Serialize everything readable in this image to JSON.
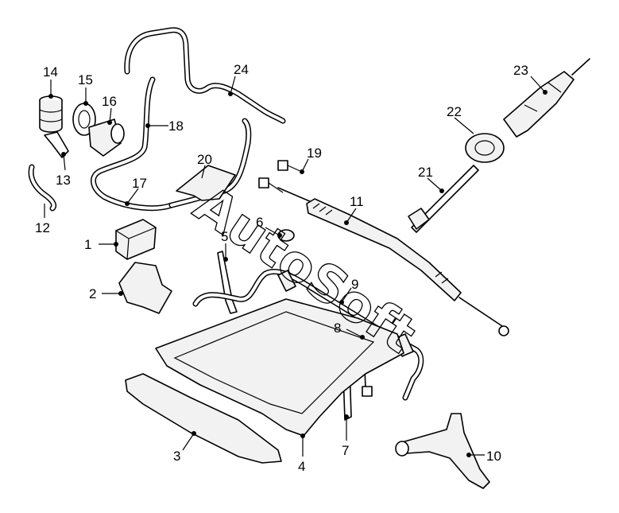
{
  "watermark": "AutoSoft",
  "callouts": [
    {
      "id": "c1",
      "label": "1"
    },
    {
      "id": "c2",
      "label": "2"
    },
    {
      "id": "c3",
      "label": "3"
    },
    {
      "id": "c4",
      "label": "4"
    },
    {
      "id": "c5",
      "label": "5"
    },
    {
      "id": "c6",
      "label": "6"
    },
    {
      "id": "c7",
      "label": "7"
    },
    {
      "id": "c8",
      "label": "8"
    },
    {
      "id": "c9",
      "label": "9"
    },
    {
      "id": "c10",
      "label": "10"
    },
    {
      "id": "c11",
      "label": "11"
    },
    {
      "id": "c12",
      "label": "12"
    },
    {
      "id": "c13",
      "label": "13"
    },
    {
      "id": "c14",
      "label": "14"
    },
    {
      "id": "c15",
      "label": "15"
    },
    {
      "id": "c16",
      "label": "16"
    },
    {
      "id": "c17",
      "label": "17"
    },
    {
      "id": "c18",
      "label": "18"
    },
    {
      "id": "c19",
      "label": "19"
    },
    {
      "id": "c20",
      "label": "20"
    },
    {
      "id": "c21",
      "label": "21"
    },
    {
      "id": "c22",
      "label": "22"
    },
    {
      "id": "c23",
      "label": "23"
    },
    {
      "id": "c24",
      "label": "24"
    }
  ]
}
